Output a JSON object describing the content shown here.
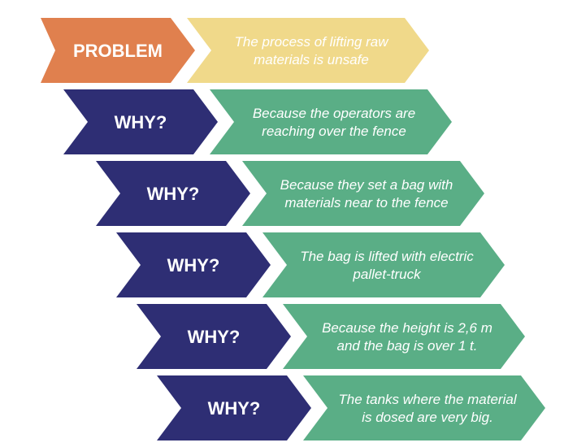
{
  "diagram": {
    "colors": {
      "problem_label": "#e0804e",
      "problem_body": "#f0d98a",
      "why_label": "#2e2e74",
      "why_body": "#5aae86"
    },
    "rows": [
      {
        "label": "PROBLEM",
        "line1": "The process of lifting raw",
        "line2": "materials is unsafe",
        "kind": "problem"
      },
      {
        "label": "WHY?",
        "line1": "Because the operators are",
        "line2": "reaching over the fence",
        "kind": "why"
      },
      {
        "label": "WHY?",
        "line1": "Because they set a bag with",
        "line2": "materials near to the fence",
        "kind": "why"
      },
      {
        "label": "WHY?",
        "line1": "The bag is lifted with electric",
        "line2": "pallet-truck",
        "kind": "why"
      },
      {
        "label": "WHY?",
        "line1": "Because the height is 2,6 m",
        "line2": "and the bag is over 1 t.",
        "kind": "why"
      },
      {
        "label": "WHY?",
        "line1": "The tanks where the material",
        "line2": "is dosed are very big.",
        "kind": "why"
      }
    ]
  }
}
